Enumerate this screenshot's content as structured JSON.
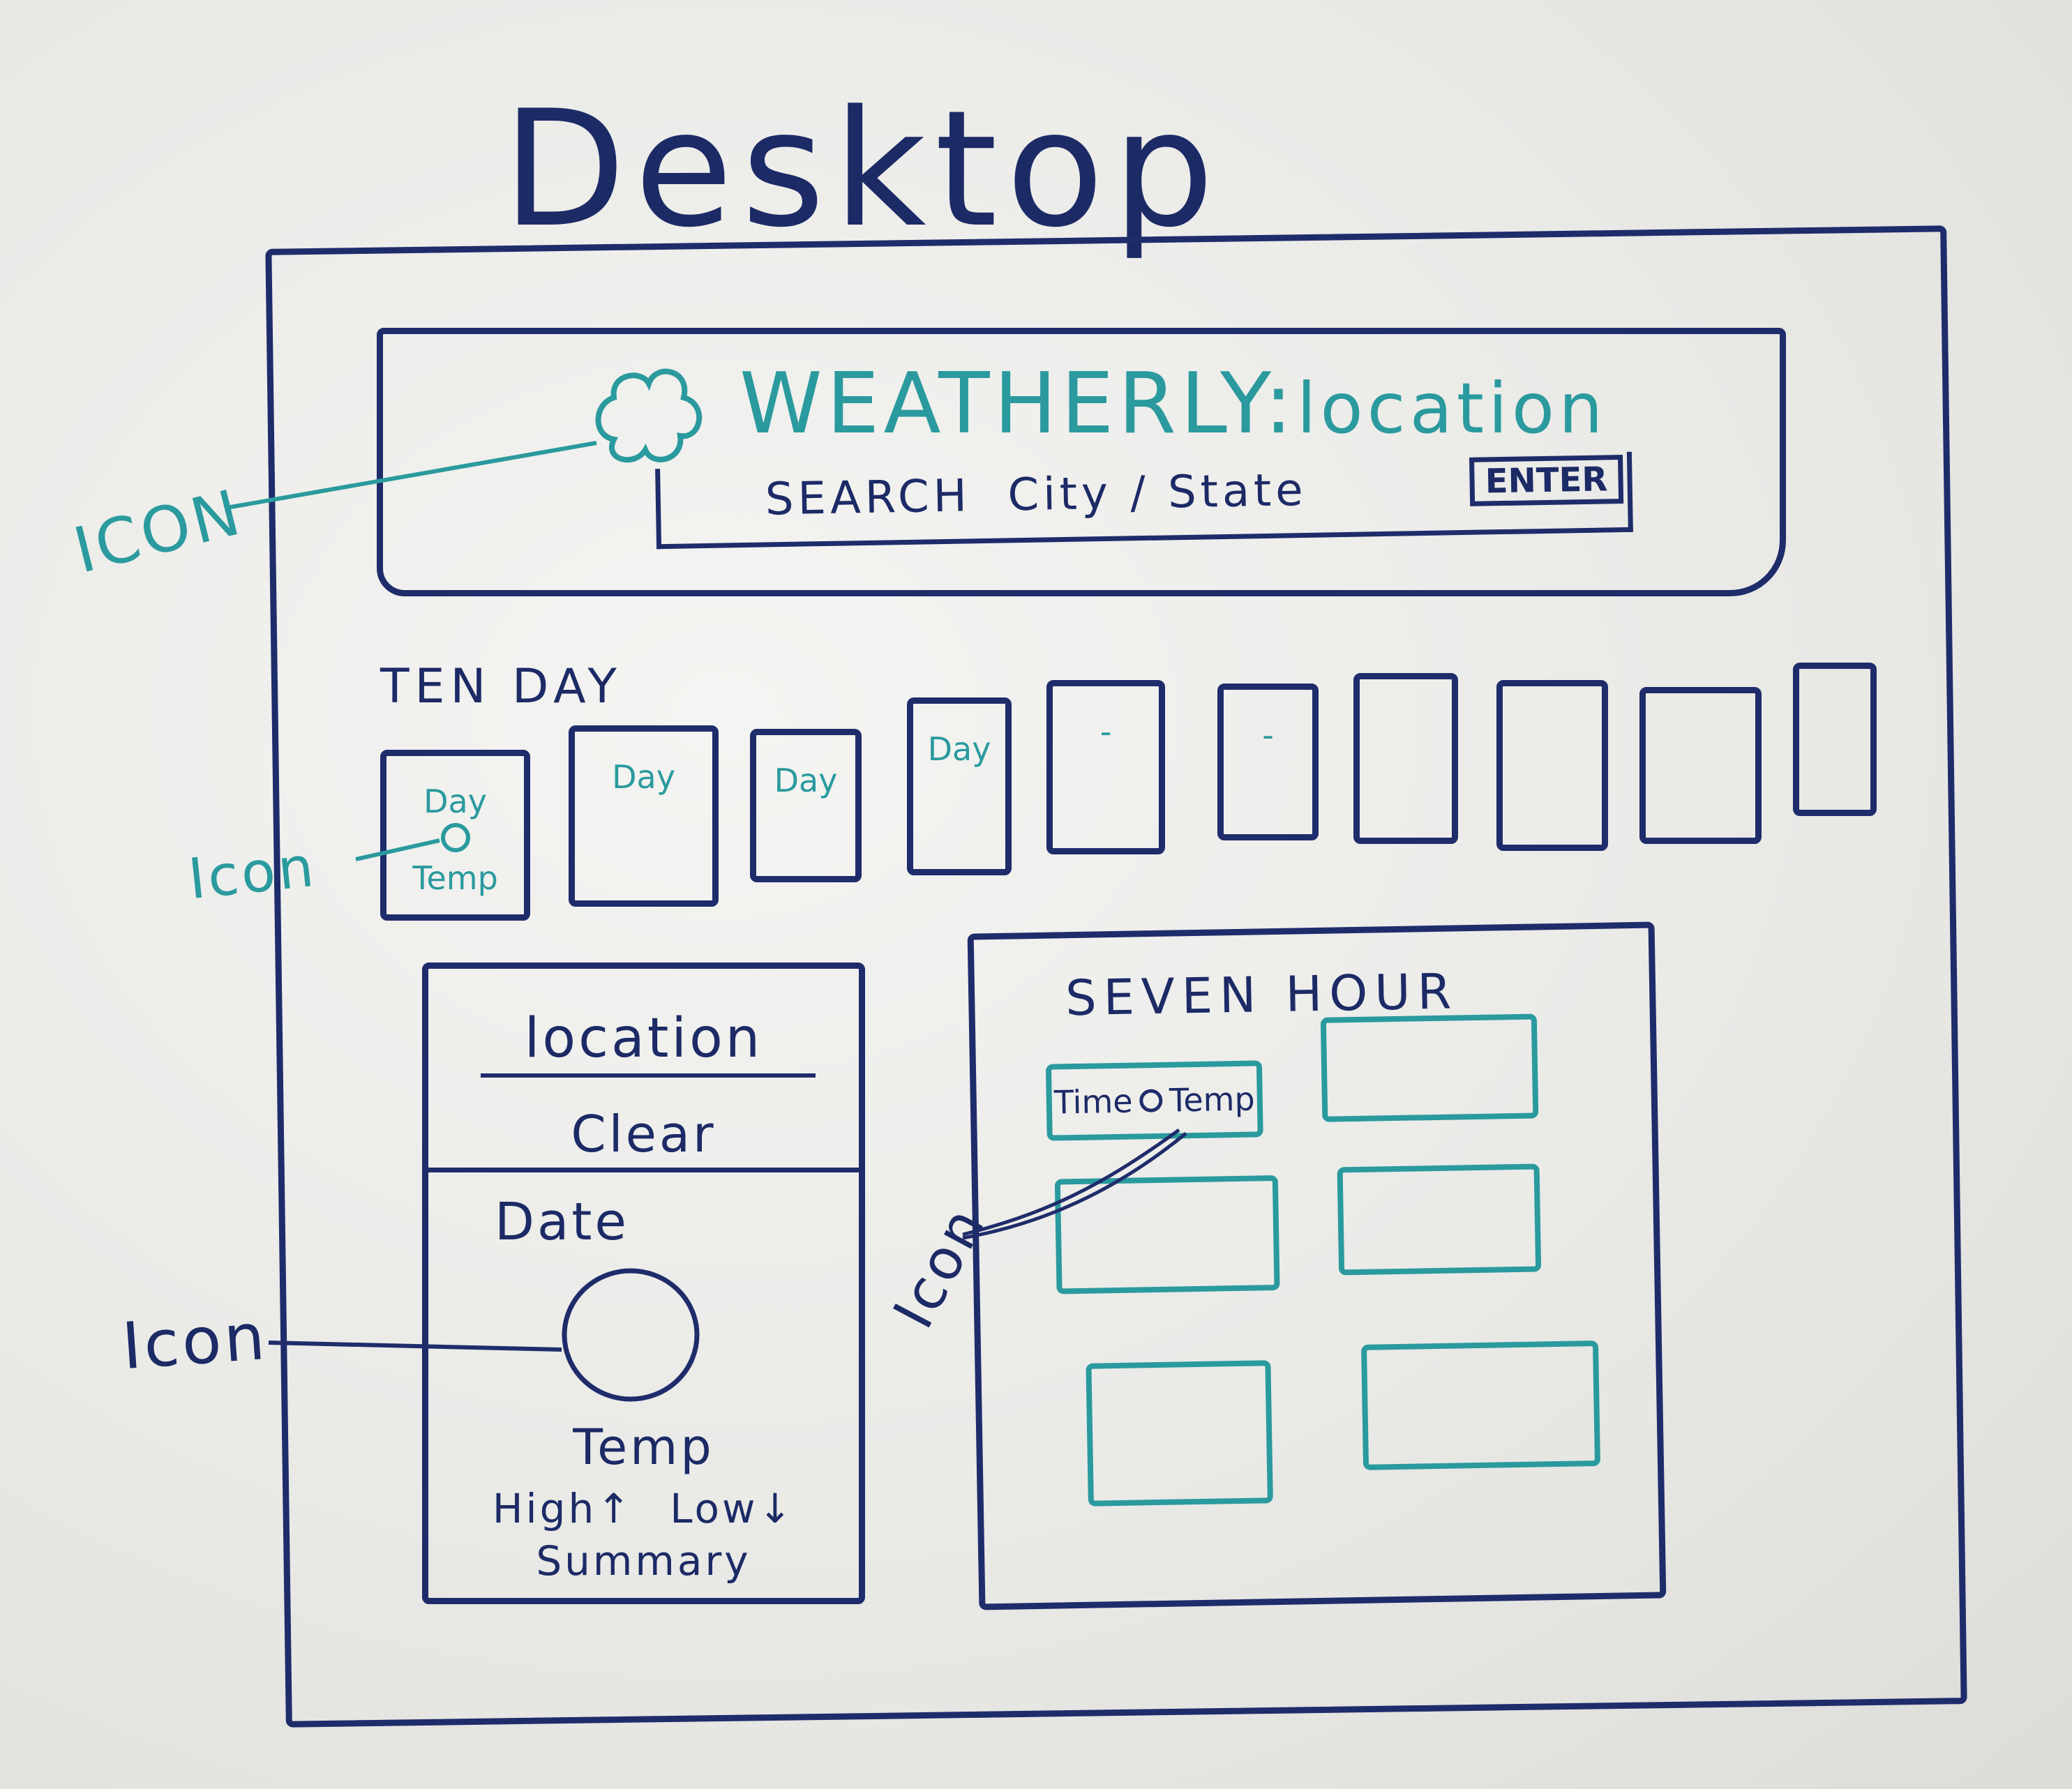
{
  "title": "Desktop",
  "app": {
    "brand": "WEATHERLY",
    "separator": ":",
    "location_label": "location"
  },
  "search": {
    "placeholder": "SEARCH  City / State",
    "button": "ENTER"
  },
  "ten_day": {
    "title": "TEN DAY",
    "cards": [
      {
        "day": "Day",
        "temp": "Temp"
      },
      {
        "day": "Day"
      },
      {
        "day": "Day"
      },
      {
        "day": "Day"
      },
      {
        "day": "-"
      },
      {
        "day": "-"
      },
      {
        "day": ""
      },
      {
        "day": ""
      },
      {
        "day": ""
      },
      {
        "day": ""
      }
    ]
  },
  "current": {
    "location": "location",
    "condition": "Clear",
    "date": "Date",
    "temp": "Temp",
    "high": "High",
    "low": "Low",
    "summary": "Summary"
  },
  "seven_hour": {
    "title": "SEVEN HOUR",
    "first_time": "Time",
    "first_temp": "Temp"
  },
  "annotations": {
    "header_icon": "ICON",
    "ten_day_icon": "Icon",
    "current_icon": "Icon",
    "hour_icon": "Icon"
  },
  "colors": {
    "navy": "#1f2c6b",
    "teal": "#2a9a9e"
  }
}
